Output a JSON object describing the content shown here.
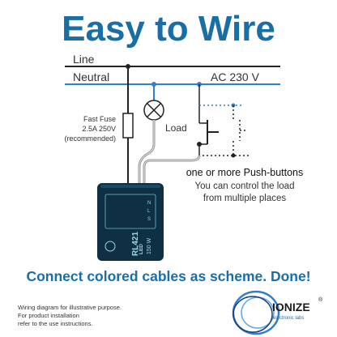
{
  "title": "Easy to Wire",
  "wires": {
    "line": "Line",
    "neutral": "Neutral",
    "voltage": "AC 230 V"
  },
  "fuse": {
    "line1": "Fast Fuse",
    "line2": "2.5A 250V",
    "line3": "(recommended)"
  },
  "load": {
    "label": "Load"
  },
  "buttons": {
    "heading": "one or more Push-buttons",
    "line1": "You can control the load",
    "line2": "from multiple places"
  },
  "device": {
    "model": "RL421",
    "power": "150 W",
    "led": "LED",
    "input_marks": [
      "N",
      "L",
      "S"
    ],
    "body_color": "#0f2f44"
  },
  "tagline": "Connect colored cables as scheme. Done!",
  "disclaimer": {
    "line1": "Wiring diagram for illustrative purpose.",
    "line2": "For product installation",
    "line3": "refer to the use instructions."
  },
  "brand": {
    "name": "IONIZE",
    "sub": "electronic labs",
    "reg": "®"
  },
  "colors": {
    "blue": "#1a6ea6",
    "neutral_blue": "#2f7fcf",
    "dark": "#222222",
    "grey_wire": "#b0b0b0"
  }
}
